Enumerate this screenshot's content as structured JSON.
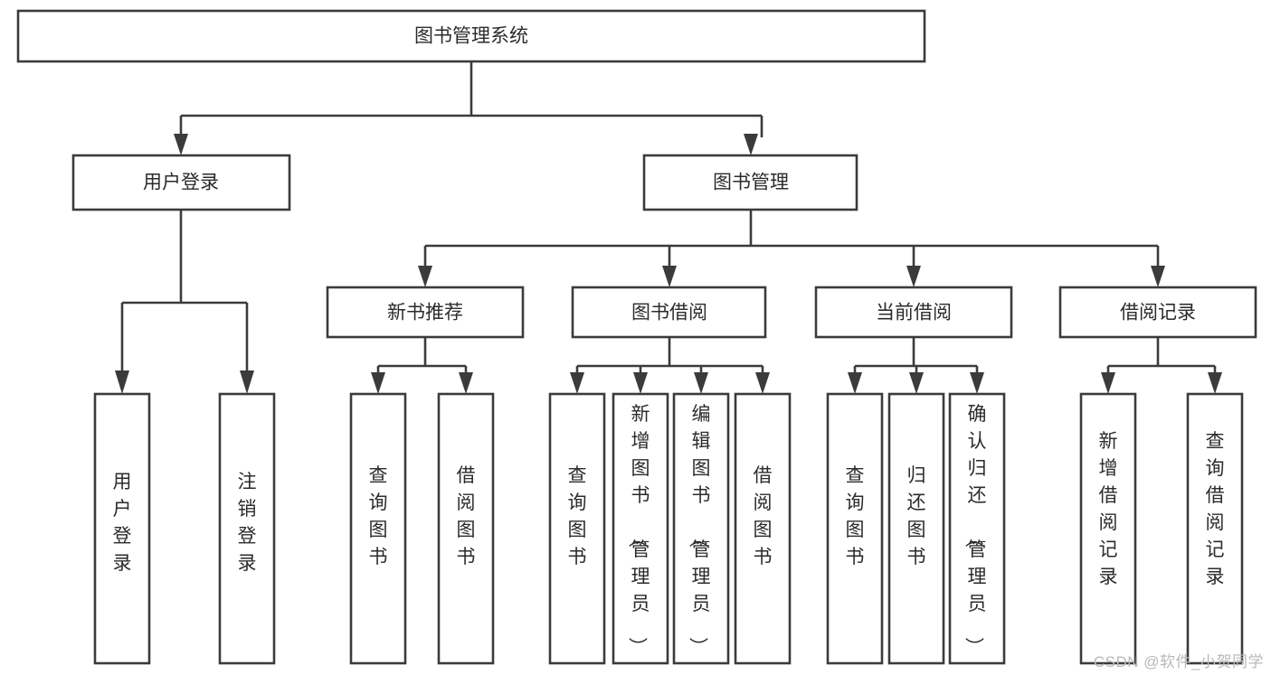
{
  "diagram": {
    "type": "tree-hierarchy",
    "title": "图书管理系统",
    "watermark": "CSDN @软件_小贺同学",
    "colors": {
      "stroke": "#3b3b3b",
      "fill": "#ffffff",
      "text": "#2b2b2b",
      "watermark": "#b9b9b9",
      "background": "#ffffff"
    },
    "levels": {
      "root": {
        "label": "图书管理系统",
        "orientation": "horizontal"
      },
      "level2": [
        {
          "label": "用户登录",
          "orientation": "horizontal"
        },
        {
          "label": "图书管理",
          "orientation": "horizontal"
        }
      ],
      "level3": [
        {
          "label": "新书推荐",
          "orientation": "horizontal",
          "parent": "图书管理"
        },
        {
          "label": "图书借阅",
          "orientation": "horizontal",
          "parent": "图书管理"
        },
        {
          "label": "当前借阅",
          "orientation": "horizontal",
          "parent": "图书管理"
        },
        {
          "label": "借阅记录",
          "orientation": "horizontal",
          "parent": "图书管理"
        }
      ],
      "leaves": [
        {
          "label": "用户登录",
          "orientation": "vertical",
          "parent": "用户登录"
        },
        {
          "label": "注销登录",
          "orientation": "vertical",
          "parent": "用户登录"
        },
        {
          "label": "查询图书",
          "orientation": "vertical",
          "parent": "新书推荐"
        },
        {
          "label": "借阅图书",
          "orientation": "vertical",
          "parent": "新书推荐"
        },
        {
          "label": "查询图书",
          "orientation": "vertical",
          "parent": "图书借阅"
        },
        {
          "label": "新增图书（管理员）",
          "orientation": "vertical",
          "parent": "图书借阅"
        },
        {
          "label": "编辑图书（管理员）",
          "orientation": "vertical",
          "parent": "图书借阅"
        },
        {
          "label": "借阅图书",
          "orientation": "vertical",
          "parent": "图书借阅"
        },
        {
          "label": "查询图书",
          "orientation": "vertical",
          "parent": "当前借阅"
        },
        {
          "label": "归还图书",
          "orientation": "vertical",
          "parent": "当前借阅"
        },
        {
          "label": "确认归还（管理员）",
          "orientation": "vertical",
          "parent": "当前借阅"
        },
        {
          "label": "新增借阅记录",
          "orientation": "vertical",
          "parent": "借阅记录"
        },
        {
          "label": "查询借阅记录",
          "orientation": "vertical",
          "parent": "借阅记录"
        }
      ]
    }
  }
}
